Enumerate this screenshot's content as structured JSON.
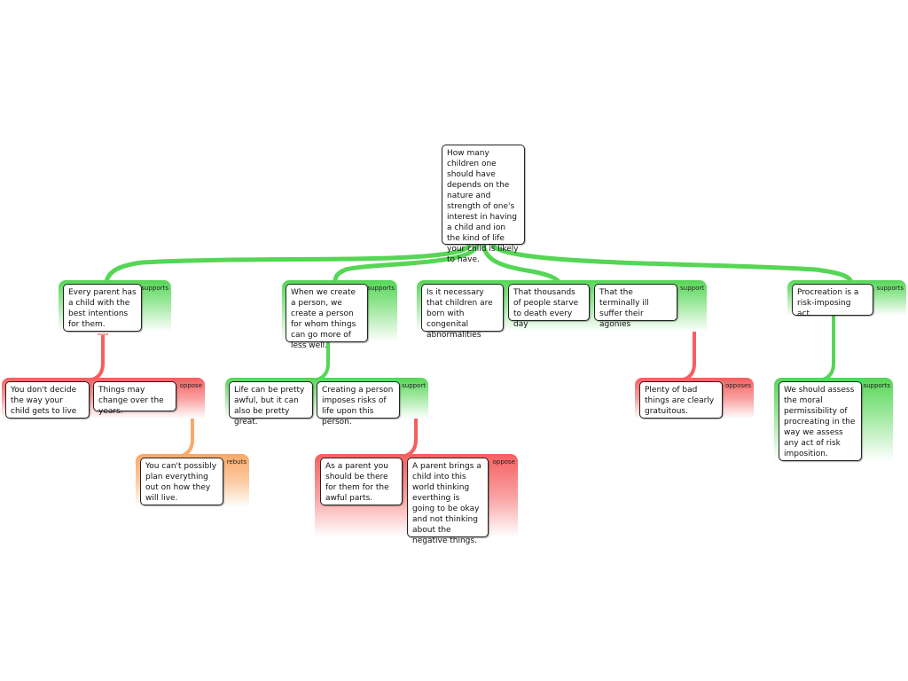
{
  "root": {
    "text": "How many children one should have depends on the nature and strength of one's interest in having a child and ion the kind of life your child is likely to have."
  },
  "groups": {
    "a": {
      "label": "supports",
      "items": [
        "Every parent has a child with the best intentions for them."
      ]
    },
    "b": {
      "label": "supports",
      "items": [
        "When we create a person, we create a person for whom things can go more of less well."
      ]
    },
    "c": {
      "label": "support",
      "items": [
        "Is it necessary that children are born with congenital abnormalities",
        "That thousands of people starve to death every day",
        "That the terminally ill suffer their agonies"
      ]
    },
    "d": {
      "label": "supports",
      "items": [
        "Procreation is a risk-imposing act."
      ]
    },
    "e": {
      "label": "oppose",
      "items": [
        "You don't decide the way your child gets to live",
        "Things may change over the years."
      ]
    },
    "f": {
      "label": "support",
      "items": [
        "Life can be pretty awful, but it can also be pretty great.",
        "Creating a person imposes risks of life upon this person."
      ]
    },
    "g": {
      "label": "opposes",
      "items": [
        "Plenty of bad things are clearly gratuitous."
      ]
    },
    "h": {
      "label": "supports",
      "items": [
        "We should assess the moral permissibility of procreating in the way we assess any act of risk imposition."
      ]
    },
    "i": {
      "label": "rebuts",
      "items": [
        "You can't possibly plan everything out on how they will live."
      ]
    },
    "j": {
      "label": "oppose",
      "items": [
        "As a parent you should be there for them for the awful parts.",
        "A parent brings a child into this world thinking everthing is going to be okay and not thinking about the negative things."
      ]
    }
  },
  "colors": {
    "support": "#55d655",
    "oppose": "#f55f5f",
    "rebut": "#f9a868"
  }
}
